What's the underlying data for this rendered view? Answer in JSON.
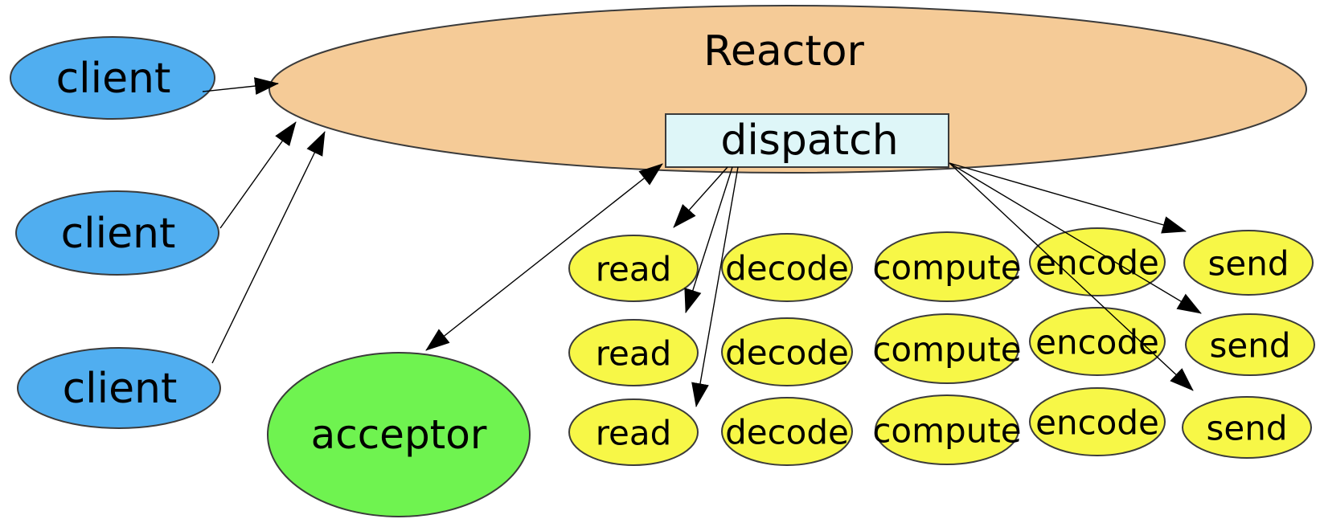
{
  "diagram": {
    "reactor_label": "Reactor",
    "dispatch_label": "dispatch",
    "acceptor_label": "acceptor",
    "client_labels": [
      "client",
      "client",
      "client"
    ],
    "handler_rows": [
      [
        "read",
        "decode",
        "compute",
        "encode",
        "send"
      ],
      [
        "read",
        "decode",
        "compute",
        "encode",
        "send"
      ],
      [
        "read",
        "decode",
        "compute",
        "encode",
        "send"
      ]
    ]
  },
  "colors": {
    "client_fill": "#50AEF0",
    "reactor_fill": "#F5CB97",
    "dispatch_fill": "#DEF6F8",
    "acceptor_fill": "#6FF350",
    "handler_fill": "#F7F747",
    "outline": "#3B3B3B",
    "arrow": "#000000",
    "text": "#000000",
    "background": "#FFFFFF"
  }
}
